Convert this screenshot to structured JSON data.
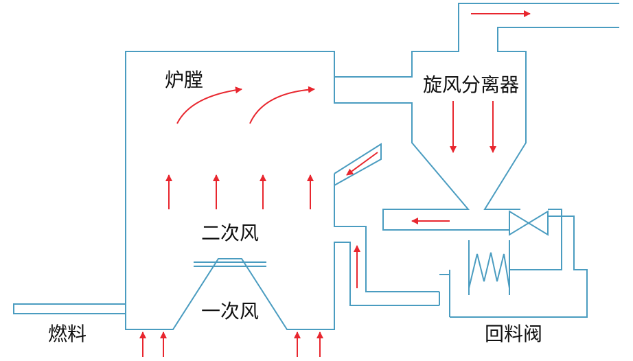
{
  "labels": {
    "furnace": "炉膛",
    "cyclone": "旋风分离器",
    "secondary_air": "二次风",
    "primary_air": "一次风",
    "fuel": "燃料",
    "return_valve": "回料阀"
  },
  "colors": {
    "pipe": "#4a9cc0",
    "arrow": "#e8262e",
    "text": "#111111",
    "background": "#ffffff"
  }
}
